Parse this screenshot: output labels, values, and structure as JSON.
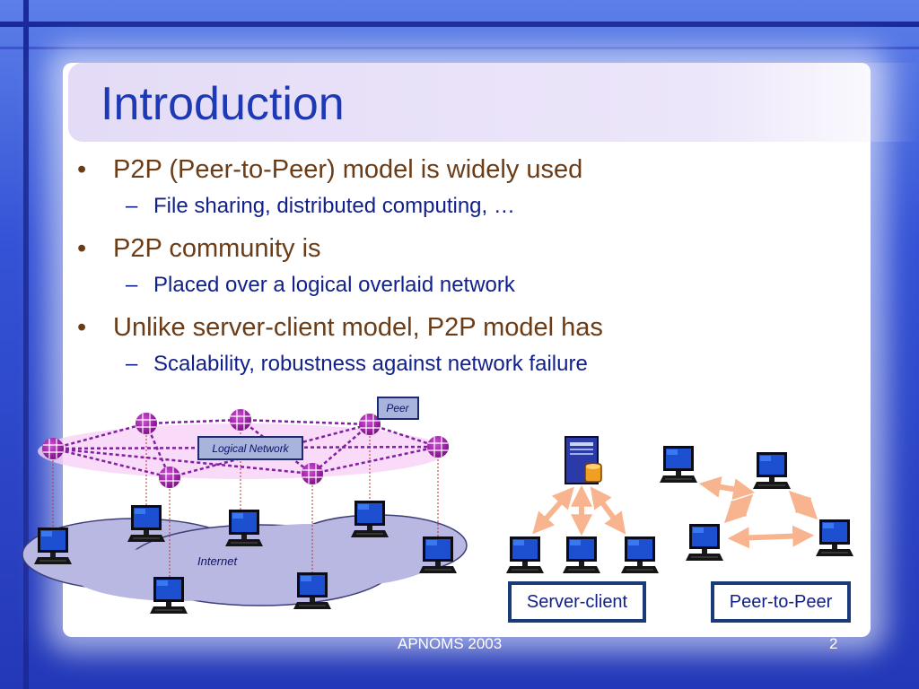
{
  "slide": {
    "title": "Introduction",
    "bullets": [
      {
        "text": "P2P (Peer-to-Peer) model is widely used",
        "sub": "File sharing, distributed computing, …"
      },
      {
        "text": "P2P community is",
        "sub": "Placed over a logical overlaid network"
      },
      {
        "text": "Unlike server-client model, P2P model has",
        "sub": "Scalability, robustness against network failure"
      }
    ],
    "bullet_glyph": "•",
    "dash_glyph": "–",
    "footer_center": "APNOMS 2003",
    "page_number": "2"
  },
  "diagram": {
    "peer_label": "Peer",
    "logical_network_label": "Logical Network",
    "internet_label": "Internet",
    "server_client_label": "Server-client",
    "p2p_label": "Peer-to-Peer"
  },
  "colors": {
    "title": "#1d39b4",
    "bullet_level1": "#6b3c16",
    "bullet_level2": "#12208a",
    "peer_node": "#a01aa6",
    "arrow": "#f8b48e",
    "cloud": "#b8b8e2"
  }
}
